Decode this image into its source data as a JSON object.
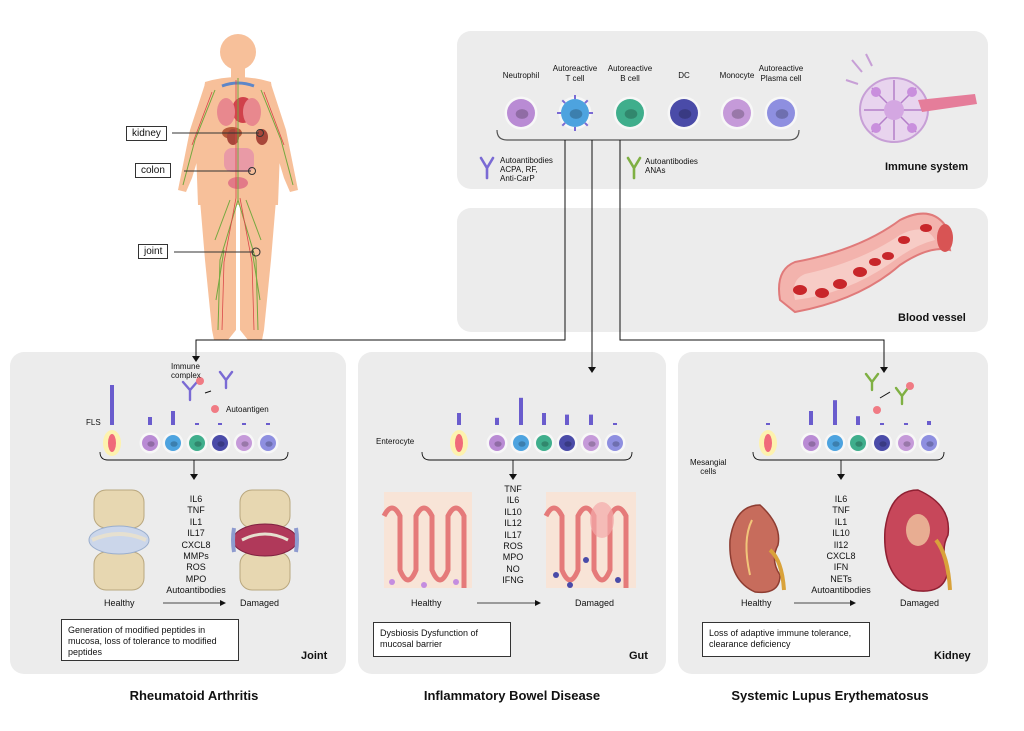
{
  "body_labels": {
    "kidney": "kidney",
    "colon": "colon",
    "joint": "joint"
  },
  "immune_cells": [
    {
      "label": "Neutrophil",
      "color": "#b98bd4"
    },
    {
      "label": "Autoreactive\nT cell",
      "color": "#4da3df"
    },
    {
      "label": "Autoreactive\nB cell",
      "color": "#3fae8c"
    },
    {
      "label": "DC",
      "color": "#4a4ba8"
    },
    {
      "label": "Monocyte",
      "color": "#c59ad9"
    },
    {
      "label": "Autoreactive\nPlasma cell",
      "color": "#8e8fe0"
    }
  ],
  "antibodies_left": "Autoantibodies\nACPA, RF,\nAnti-CarP",
  "antibodies_right": "Autoantibodies\nANAs",
  "immune_title": "Immune system",
  "blood_title": "Blood vessel",
  "panels": [
    {
      "resident_cell": "FLS",
      "resident_color": "#f06a7a",
      "bars": [
        1.0,
        0.2,
        0.35,
        0.0,
        0.0,
        0.0,
        0.0
      ],
      "extra": {
        "immune_complex": "Immune\ncomplex",
        "autoantigen": "Autoantigen"
      },
      "cytokines": [
        "IL6",
        "TNF",
        "IL1",
        "IL17",
        "CXCL8",
        "MMPs",
        "ROS",
        "MPO",
        "Autoantibodies"
      ],
      "healthy": "Healthy",
      "damaged": "Damaged",
      "note": "Generation of modified peptides in mucosa, loss of tolerance to modified peptides",
      "organ": "Joint",
      "disease": "Rheumatoid Arthritis"
    },
    {
      "resident_cell": "Enterocyte",
      "resident_color": "#f06a7a",
      "bars": [
        0.3,
        0.18,
        0.68,
        0.3,
        0.26,
        0.26,
        0.0
      ],
      "cytokines": [
        "TNF",
        "IL6",
        "IL10",
        "IL12",
        "IL17",
        "ROS",
        "MPO",
        "NO",
        "IFNG"
      ],
      "healthy": "Healthy",
      "damaged": "Damaged",
      "note": "Dysbiosis Dysfunction of mucosal barrier",
      "organ": "Gut",
      "disease": "Inflammatory Bowel Disease"
    },
    {
      "resident_cell": "Mesangial\ncells",
      "resident_color": "#f06a7a",
      "bars": [
        0.0,
        0.35,
        0.62,
        0.22,
        0.0,
        0.0,
        0.1
      ],
      "cytokines": [
        "IL6",
        "TNF",
        "IL1",
        "IL10",
        "Il12",
        "CXCL8",
        "IFN",
        "NETs",
        "Autoantibodies"
      ],
      "healthy": "Healthy",
      "damaged": "Damaged",
      "note": "Loss of adaptive immune tolerance, clearance deficiency",
      "organ": "Kidney",
      "disease": "Systemic Lupus Erythematosus"
    }
  ]
}
